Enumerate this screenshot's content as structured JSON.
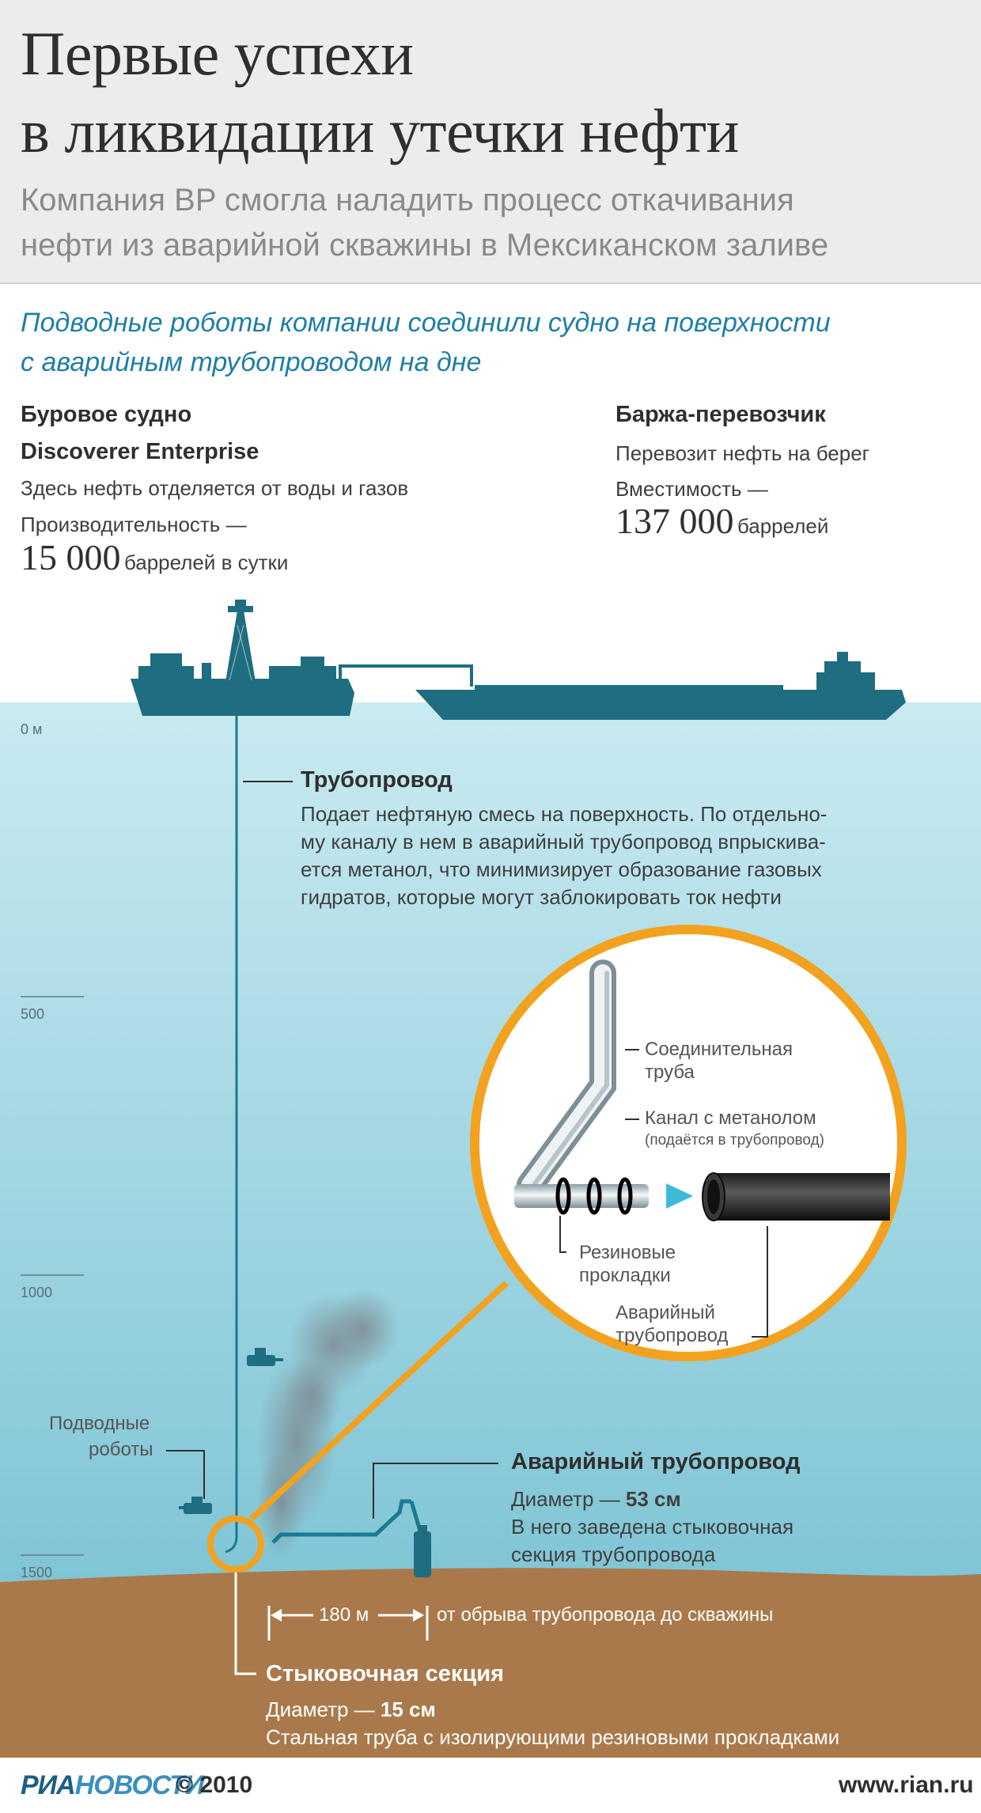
{
  "header": {
    "title_line1": "Первые успехи",
    "title_line2": "в ликвидации утечки нефти",
    "subtitle_line1": "Компания BP смогла наладить процесс откачивания",
    "subtitle_line2": "нефти из аварийной скважины в Мексиканском заливе"
  },
  "lead": {
    "line1": "Подводные роботы компании соединили судно на поверхности",
    "line2": "с аварийным трубопроводом на дне"
  },
  "drill_ship": {
    "name_line1": "Буровое судно",
    "name_line2": "Discoverer Enterprise",
    "description": "Здесь нефть отделяется от воды и газов",
    "capacity_label": "Производительность —",
    "capacity_value": "15 000",
    "capacity_unit": "баррелей в сутки"
  },
  "barge": {
    "name": "Баржа-перевозчик",
    "description": "Перевозит нефть на берег",
    "capacity_label": "Вместимость —",
    "capacity_value": "137 000",
    "capacity_unit": "баррелей"
  },
  "depth_scale": [
    "0 м",
    "500",
    "1000",
    "1500"
  ],
  "pipeline": {
    "title": "Трубопровод",
    "lines": [
      "Подает нефтяную смесь на поверхность. По отдельно-",
      "му каналу в нем в аварийный трубопровод впрыскива-",
      "ется метанол, что минимизирует образование газовых",
      "гидратов, которые могут заблокировать ток нефти"
    ]
  },
  "zoom": {
    "connecting_pipe_line1": "Соединительная",
    "connecting_pipe_line2": "труба",
    "methanol_channel": "Канал с метанолом",
    "methanol_note": "(подаётся в трубопровод)",
    "gaskets_line1": "Резиновые",
    "gaskets_line2": "прокладки",
    "emergency_line1": "Аварийный",
    "emergency_line2": "трубопровод"
  },
  "robots": {
    "line1": "Подводные",
    "line2": "роботы"
  },
  "emergency_pipeline": {
    "title": "Аварийный трубопровод",
    "diameter_label": "Диаметр —",
    "diameter_value": "53 см",
    "line1": "В него заведена стыковочная",
    "line2": "секция трубопровода"
  },
  "distance": {
    "value": "180 м",
    "label": "от обрыва трубопровода до скважины"
  },
  "docking": {
    "title": "Стыковочная секция",
    "diameter_label": "Диаметр —",
    "diameter_value": "15 см",
    "description": "Стальная труба с изолирующими резиновыми прокладками"
  },
  "footer": {
    "brand_part1": "РИА",
    "brand_part2": "НОВОСТИ",
    "copyright": "© 2010",
    "url": "www.rian.ru"
  },
  "colors": {
    "sea_top": "#c7e9f0",
    "sea_bottom": "#7fc6d7",
    "seabed": "#a9794b",
    "ship": "#1f6d81",
    "orange": "#f3a21f",
    "accent_text": "#1f7fa6",
    "footer_brand": "#1d5f84"
  }
}
